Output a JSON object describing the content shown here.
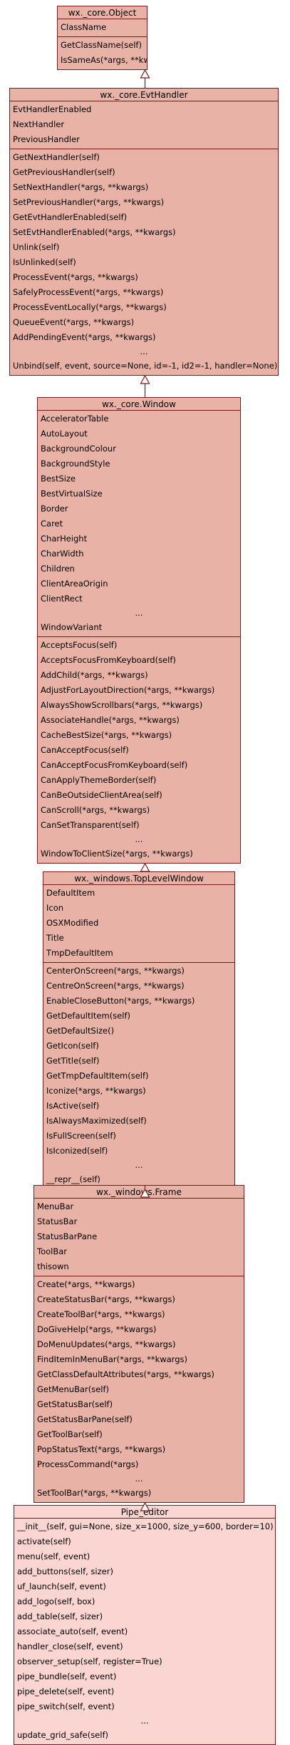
{
  "classes": [
    {
      "name": "wx._core.Object",
      "attributes": [
        "ClassName"
      ],
      "methods": [
        "GetClassName(self)",
        "IsSameAs(*args, **kwargs)"
      ]
    },
    {
      "name": "wx._core.EvtHandler",
      "attributes": [
        "EvtHandlerEnabled",
        "NextHandler",
        "PreviousHandler"
      ],
      "methods": [
        "GetNextHandler(self)",
        "GetPreviousHandler(self)",
        "SetNextHandler(*args, **kwargs)",
        "SetPreviousHandler(*args, **kwargs)",
        "GetEvtHandlerEnabled(self)",
        "SetEvtHandlerEnabled(*args, **kwargs)",
        "Unlink(self)",
        "IsUnlinked(self)",
        "ProcessEvent(*args, **kwargs)",
        "SafelyProcessEvent(*args, **kwargs)",
        "ProcessEventLocally(*args, **kwargs)",
        "QueueEvent(*args, **kwargs)",
        "AddPendingEvent(*args, **kwargs)",
        "...",
        "Unbind(self, event, source=None, id=-1, id2=-1, handler=None)"
      ]
    },
    {
      "name": "wx._core.Window",
      "attributes": [
        "AcceleratorTable",
        "AutoLayout",
        "BackgroundColour",
        "BackgroundStyle",
        "BestSize",
        "BestVirtualSize",
        "Border",
        "Caret",
        "CharHeight",
        "CharWidth",
        "Children",
        "ClientAreaOrigin",
        "ClientRect",
        "...",
        "WindowVariant"
      ],
      "methods": [
        "AcceptsFocus(self)",
        "AcceptsFocusFromKeyboard(self)",
        "AddChild(*args, **kwargs)",
        "AdjustForLayoutDirection(*args, **kwargs)",
        "AlwaysShowScrollbars(*args, **kwargs)",
        "AssociateHandle(*args, **kwargs)",
        "CacheBestSize(*args, **kwargs)",
        "CanAcceptFocus(self)",
        "CanAcceptFocusFromKeyboard(self)",
        "CanApplyThemeBorder(self)",
        "CanBeOutsideClientArea(self)",
        "CanScroll(*args, **kwargs)",
        "CanSetTransparent(self)",
        "...",
        "WindowToClientSize(*args, **kwargs)"
      ]
    },
    {
      "name": "wx._windows.TopLevelWindow",
      "attributes": [
        "DefaultItem",
        "Icon",
        "OSXModified",
        "Title",
        "TmpDefaultItem"
      ],
      "methods": [
        "CenterOnScreen(*args, **kwargs)",
        "CentreOnScreen(*args, **kwargs)",
        "EnableCloseButton(*args, **kwargs)",
        "GetDefaultItem(self)",
        "GetDefaultSize()",
        "GetIcon(self)",
        "GetTitle(self)",
        "GetTmpDefaultItem(self)",
        "Iconize(*args, **kwargs)",
        "IsActive(self)",
        "IsAlwaysMaximized(self)",
        "IsFullScreen(self)",
        "IsIconized(self)",
        "...",
        "__repr__(self)"
      ]
    },
    {
      "name": "wx._windows.Frame",
      "attributes": [
        "MenuBar",
        "StatusBar",
        "StatusBarPane",
        "ToolBar",
        "thisown"
      ],
      "methods": [
        "Create(*args, **kwargs)",
        "CreateStatusBar(*args, **kwargs)",
        "CreateToolBar(*args, **kwargs)",
        "DoGiveHelp(*args, **kwargs)",
        "DoMenuUpdates(*args, **kwargs)",
        "FindItemInMenuBar(*args, **kwargs)",
        "GetClassDefaultAttributes(*args, **kwargs)",
        "GetMenuBar(self)",
        "GetStatusBar(self)",
        "GetStatusBarPane(self)",
        "GetToolBar(self)",
        "PopStatusText(*args, **kwargs)",
        "ProcessCommand(*args)",
        "...",
        "SetToolBar(*args, **kwargs)"
      ]
    },
    {
      "name": "Pipe_editor",
      "attributes": [],
      "methods": [
        "__init__(self, gui=None, size_x=1000, size_y=600, border=10)",
        "activate(self)",
        "menu(self, event)",
        "add_buttons(self, sizer)",
        "uf_launch(self, event)",
        "add_logo(self, box)",
        "add_table(self, sizer)",
        "associate_auto(self, event)",
        "handler_close(self, event)",
        "observer_setup(self, register=True)",
        "pipe_bundle(self, event)",
        "pipe_delete(self, event)",
        "pipe_switch(self, event)",
        "...",
        "update_grid_safe(self)"
      ]
    }
  ],
  "colors": {
    "border": "#7a1a1a",
    "class_fill": "#e8b3a6",
    "leaf_fill": "#fad5d2",
    "arrow": "#7a1a1a"
  }
}
